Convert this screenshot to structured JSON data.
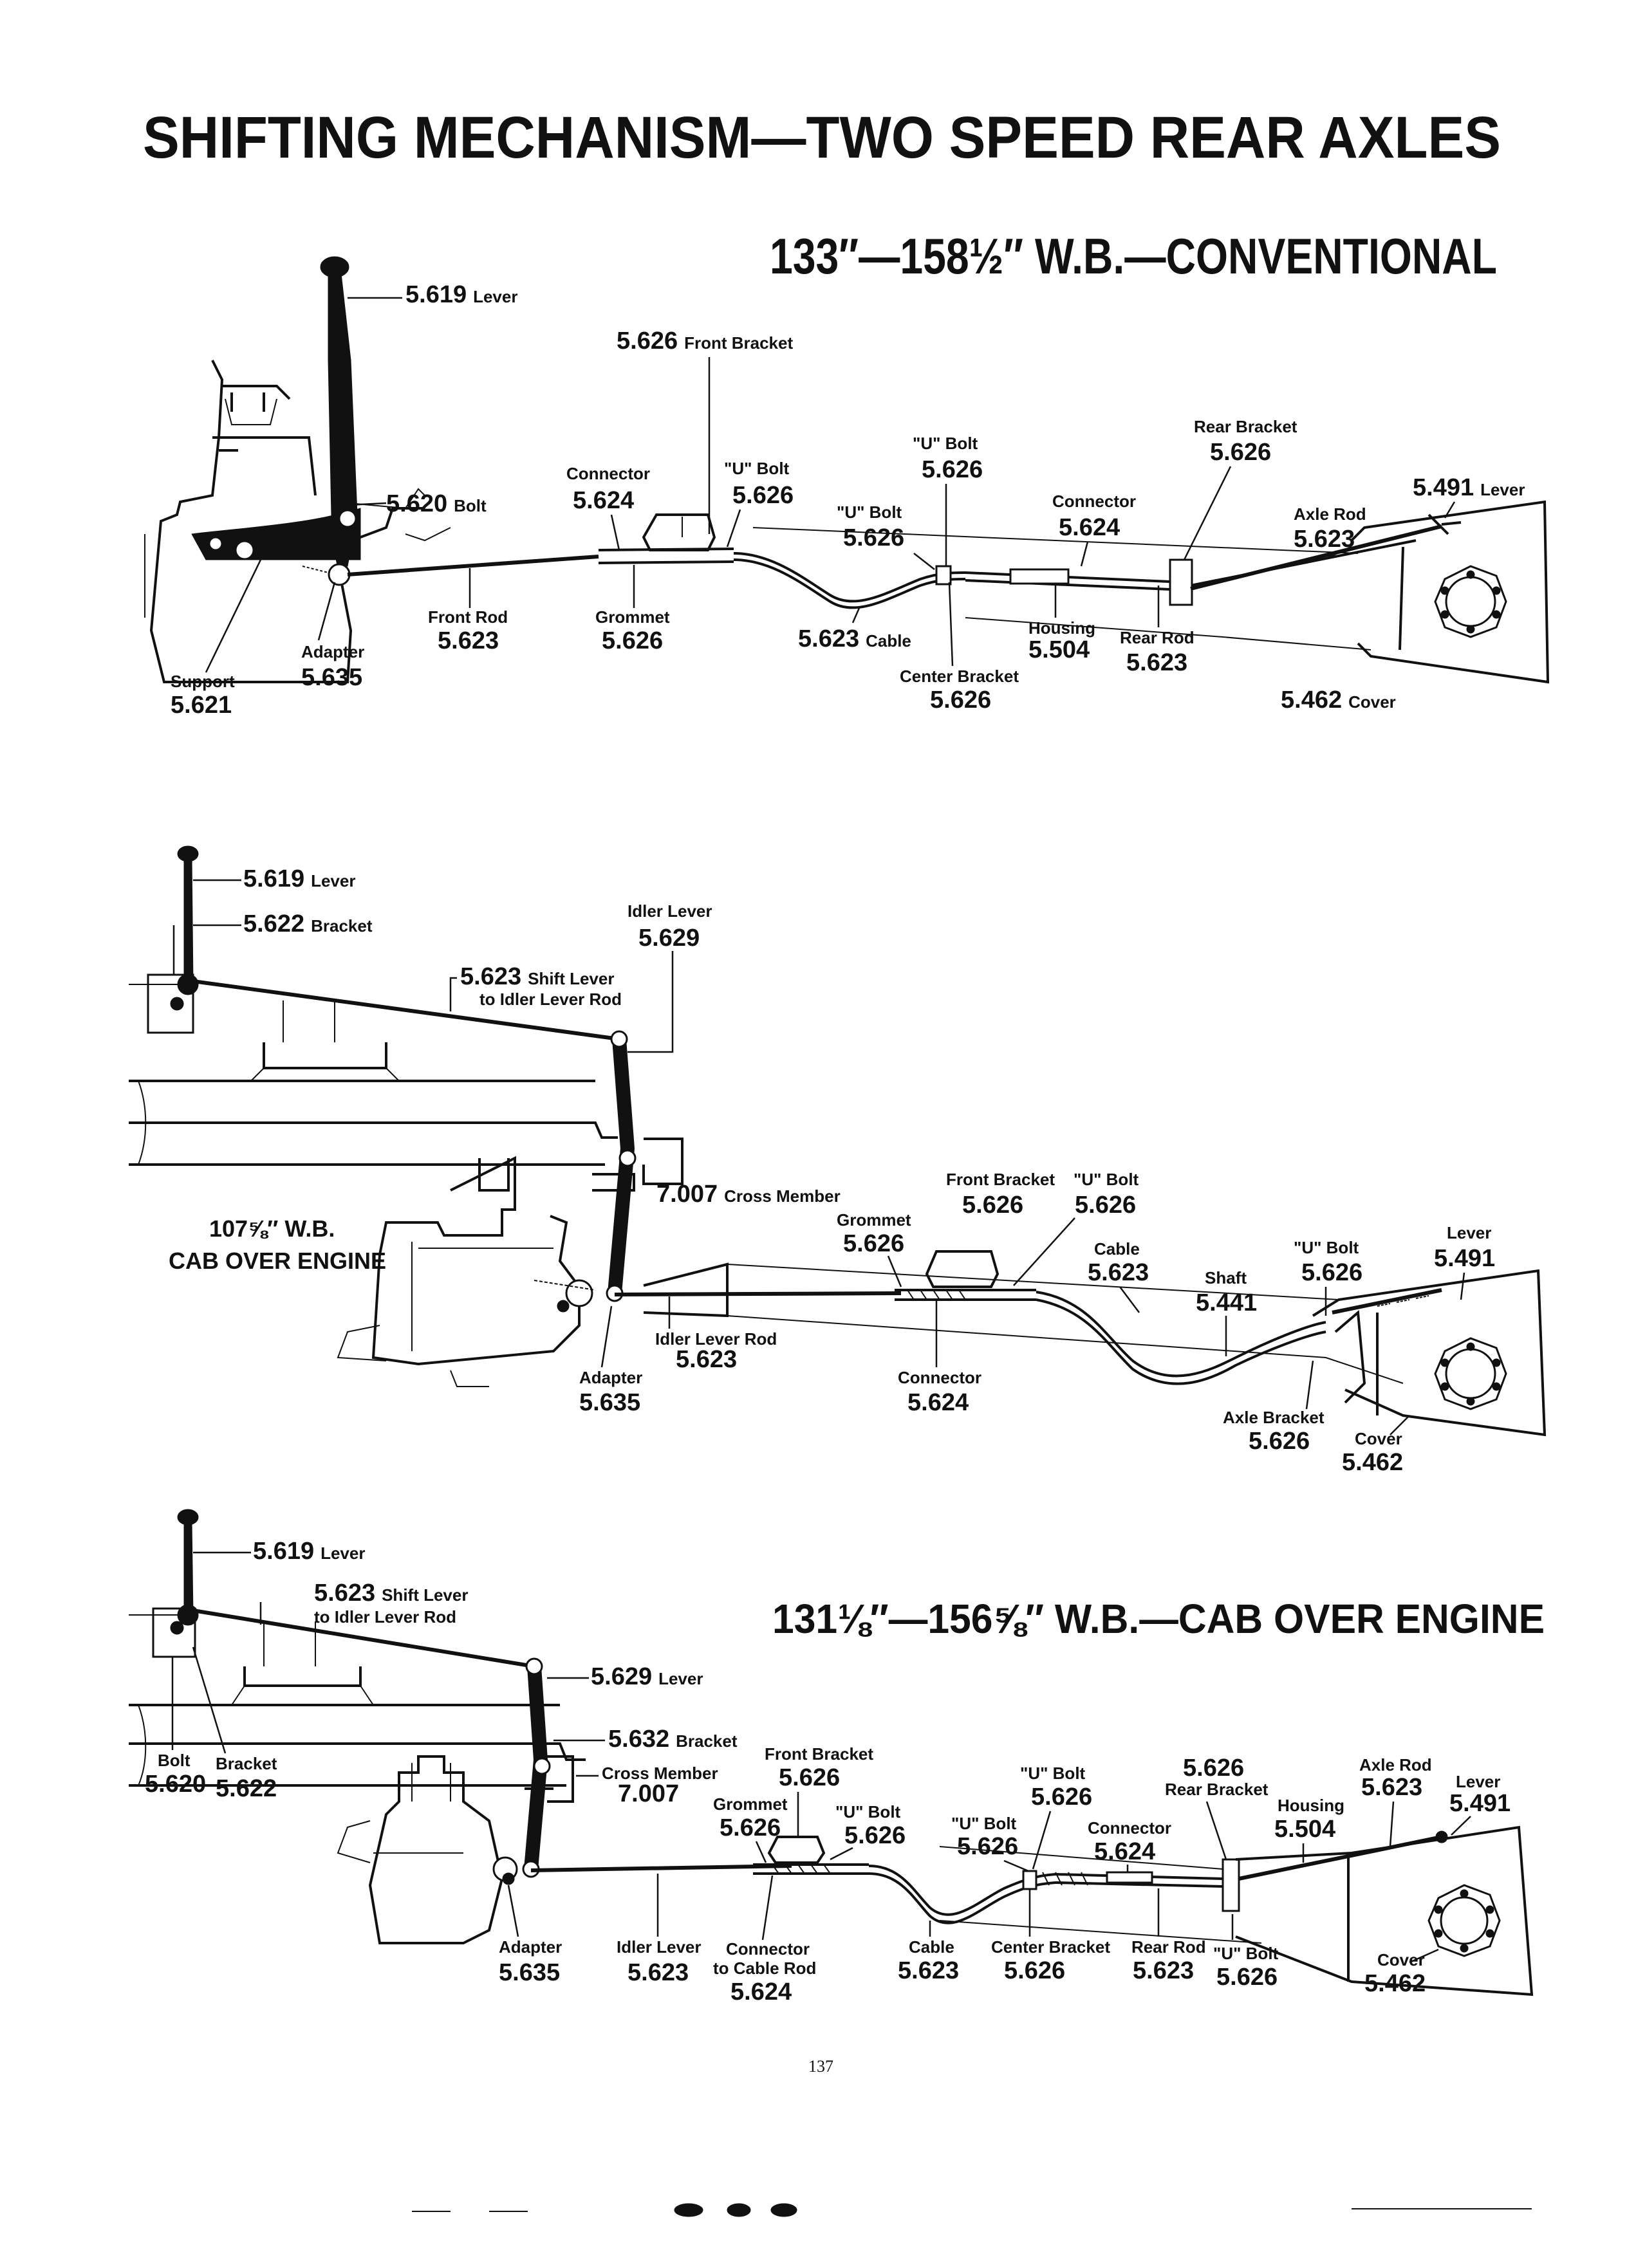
{
  "title": "SHIFTING MECHANISM—TWO SPEED REAR AXLES",
  "page_number": "137",
  "sections": [
    {
      "heading": "133″—158½″ W.B.—CONVENTIONAL",
      "labels": [
        {
          "number": "5.619",
          "name": "Lever"
        },
        {
          "number": "5.626",
          "name": "Front Bracket"
        },
        {
          "number": "5.620",
          "name": "Bolt"
        },
        {
          "number": "5.624",
          "name": "Connector"
        },
        {
          "number": "5.626",
          "name": "\"U\" Bolt"
        },
        {
          "number": "5.626",
          "name": "\"U\" Bolt"
        },
        {
          "number": "5.626",
          "name": "\"U\" Bolt"
        },
        {
          "number": "5.624",
          "name": "Connector"
        },
        {
          "number": "5.626",
          "name": "Rear Bracket"
        },
        {
          "number": "5.491",
          "name": "Lever"
        },
        {
          "number": "5.623",
          "name": "Axle Rod"
        },
        {
          "number": "5.623",
          "name": "Front Rod"
        },
        {
          "number": "5.626",
          "name": "Grommet"
        },
        {
          "number": "5.623",
          "name": "Cable"
        },
        {
          "number": "5.504",
          "name": "Housing"
        },
        {
          "number": "5.623",
          "name": "Rear Rod"
        },
        {
          "number": "5.626",
          "name": "Center Bracket"
        },
        {
          "number": "5.635",
          "name": "Adapter"
        },
        {
          "number": "5.621",
          "name": "Support"
        },
        {
          "number": "5.462",
          "name": "Cover"
        }
      ]
    },
    {
      "heading_lines": [
        "107⅝″ W.B.",
        "CAB OVER ENGINE"
      ],
      "labels": [
        {
          "number": "5.619",
          "name": "Lever"
        },
        {
          "number": "5.622",
          "name": "Bracket"
        },
        {
          "number": "5.629",
          "name": "Idler Lever"
        },
        {
          "number": "5.623",
          "name": "Shift Lever",
          "name2": "to Idler Lever Rod"
        },
        {
          "number": "7.007",
          "name": "Cross Member"
        },
        {
          "number": "5.626",
          "name": "Front Bracket"
        },
        {
          "number": "5.626",
          "name": "\"U\" Bolt"
        },
        {
          "number": "5.626",
          "name": "Grommet"
        },
        {
          "number": "5.623",
          "name": "Cable"
        },
        {
          "number": "5.626",
          "name": "\"U\" Bolt"
        },
        {
          "number": "5.491",
          "name": "Lever"
        },
        {
          "number": "5.441",
          "name": "Shaft"
        },
        {
          "number": "5.623",
          "name": "Idler Lever Rod"
        },
        {
          "number": "5.624",
          "name": "Connector"
        },
        {
          "number": "5.635",
          "name": "Adapter"
        },
        {
          "number": "5.626",
          "name": "Axle Bracket"
        },
        {
          "number": "5.462",
          "name": "Cover"
        }
      ]
    },
    {
      "heading": "131⅛″—156⅝″ W.B.—CAB OVER ENGINE",
      "labels": [
        {
          "number": "5.619",
          "name": "Lever"
        },
        {
          "number": "5.623",
          "name": "Shift Lever",
          "name2": "to Idler Lever Rod"
        },
        {
          "number": "5.629",
          "name": "Lever"
        },
        {
          "number": "5.632",
          "name": "Bracket"
        },
        {
          "number": "7.007",
          "name": "Cross Member"
        },
        {
          "number": "5.620",
          "name": "Bolt"
        },
        {
          "number": "5.622",
          "name": "Bracket"
        },
        {
          "number": "5.626",
          "name": "Front Bracket"
        },
        {
          "number": "5.626",
          "name": "Grommet"
        },
        {
          "number": "5.626",
          "name": "\"U\" Bolt"
        },
        {
          "number": "5.626",
          "name": "\"U\" Bolt"
        },
        {
          "number": "5.626",
          "name": "\"U\" Bolt"
        },
        {
          "number": "5.626",
          "name": "Rear Bracket"
        },
        {
          "number": "5.624",
          "name": "Connector"
        },
        {
          "number": "5.504",
          "name": "Housing"
        },
        {
          "number": "5.623",
          "name": "Axle Rod"
        },
        {
          "number": "5.491",
          "name": "Lever"
        },
        {
          "number": "5.635",
          "name": "Adapter"
        },
        {
          "number": "5.623",
          "name": "Idler Lever"
        },
        {
          "number": "5.624",
          "name": "Connector",
          "name2": "to Cable Rod"
        },
        {
          "number": "5.623",
          "name": "Cable"
        },
        {
          "number": "5.626",
          "name": "Center Bracket"
        },
        {
          "number": "5.623",
          "name": "Rear Rod"
        },
        {
          "number": "5.626",
          "name": "\"U\" Bolt"
        },
        {
          "number": "5.462",
          "name": "Cover"
        }
      ]
    }
  ]
}
